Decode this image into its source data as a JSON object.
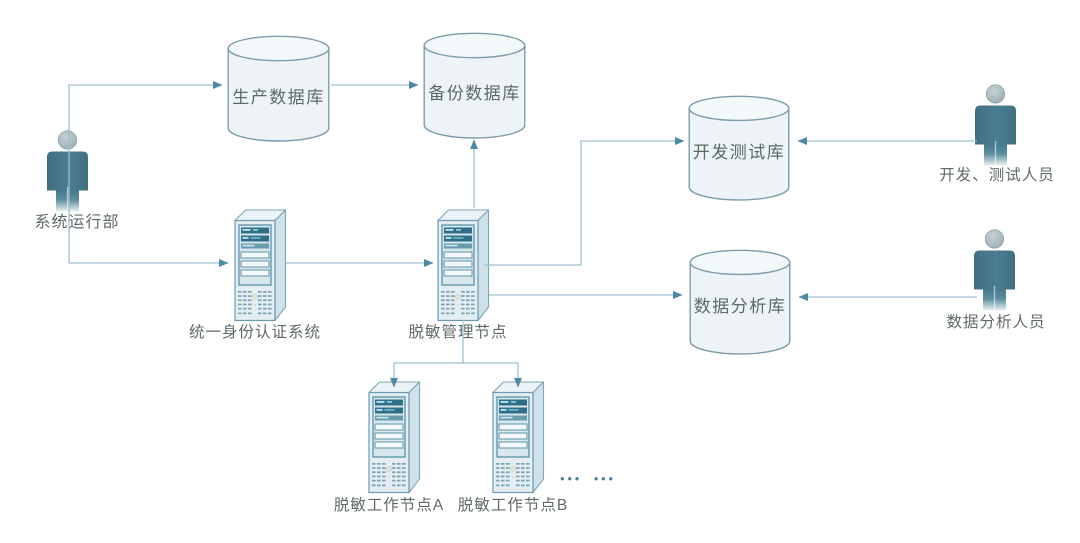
{
  "diagram": {
    "nodes": {
      "production_db": {
        "type": "database",
        "label": "生产数据库"
      },
      "backup_db": {
        "type": "database",
        "label": "备份数据库"
      },
      "dev_test_db": {
        "type": "database",
        "label": "开发测试库"
      },
      "analysis_db": {
        "type": "database",
        "label": "数据分析库"
      },
      "auth_server": {
        "type": "server",
        "label": "统一身份认证系统"
      },
      "masking_manager": {
        "type": "server",
        "label": "脱敏管理节点"
      },
      "work_node_a": {
        "type": "server",
        "label": "脱敏工作节点A"
      },
      "work_node_b": {
        "type": "server",
        "label": "脱敏工作节点B"
      },
      "sysops_user": {
        "type": "person",
        "label": "系统运行部"
      },
      "dev_test_user": {
        "type": "person",
        "label": "开发、测试人员"
      },
      "analyst_user": {
        "type": "person",
        "label": "数据分析人员"
      },
      "more_nodes": {
        "type": "ellipsis",
        "label": "●●● ●●●"
      }
    },
    "connections": [
      {
        "from": "系统运行部",
        "to": "生产数据库"
      },
      {
        "from": "生产数据库",
        "to": "备份数据库"
      },
      {
        "from": "系统运行部",
        "to": "统一身份认证系统"
      },
      {
        "from": "统一身份认证系统",
        "to": "脱敏管理节点"
      },
      {
        "from": "脱敏管理节点",
        "to": "备份数据库"
      },
      {
        "from": "脱敏管理节点",
        "to": "开发测试库"
      },
      {
        "from": "脱敏管理节点",
        "to": "数据分析库"
      },
      {
        "from": "开发、测试人员",
        "to": "开发测试库"
      },
      {
        "from": "数据分析人员",
        "to": "数据分析库"
      },
      {
        "from": "脱敏管理节点",
        "to": "脱敏工作节点A"
      },
      {
        "from": "脱敏管理节点",
        "to": "脱敏工作节点B"
      }
    ],
    "colors": {
      "background": "#ffffff",
      "line": "#9fc0cf",
      "arrowhead": "#4d89a2",
      "label_text": "#60696a",
      "cylinder_fill": "#edf3f6",
      "cylinder_stroke": "#7d9cab",
      "server_fill": "#e3edf2",
      "server_stroke": "#6d9ab0",
      "server_bay": "#2e6e86",
      "person_body": "#46798d",
      "person_head": "#a9babd"
    }
  }
}
